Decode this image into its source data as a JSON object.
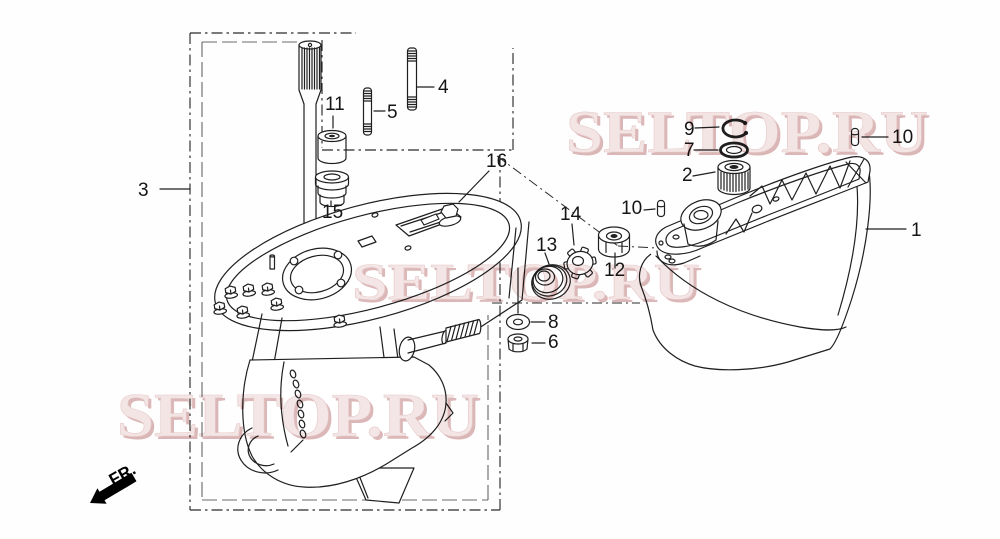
{
  "page": {
    "background_color": "#ffffff",
    "ink_color": "#1f1f1f"
  },
  "diagram": {
    "figure_type": "exploded-parts-diagram (outboard gear case / lower unit)",
    "direction_label": "FR.",
    "watermark": {
      "text": "SELTOP.RU",
      "instances": 3,
      "fill_color": "#f3e2e2",
      "shadow_color": "#d5abab"
    },
    "callouts": {
      "n1": "1",
      "n2": "2",
      "n3": "3",
      "n4": "4",
      "n5": "5",
      "n6": "6",
      "n7": "7",
      "n8": "8",
      "n9": "9",
      "n10_right": "10",
      "n10_mid": "10",
      "n11": "11",
      "n12": "12",
      "n13": "13",
      "n14": "14",
      "n15": "15",
      "n16": "16"
    }
  }
}
